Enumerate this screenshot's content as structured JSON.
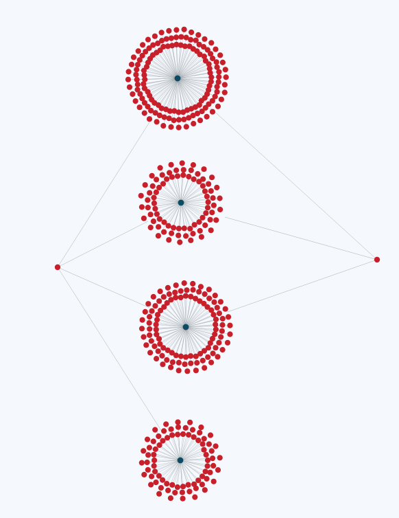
{
  "graph": {
    "type": "network",
    "colors": {
      "background": "#f5f9fd",
      "hub": "#0d4a63",
      "leaf": "#c8202a",
      "standalone": "#c8202a",
      "edge": "#9aa3a8"
    },
    "nodes": [
      {
        "id": "cluster-1-hub",
        "role": "hub"
      },
      {
        "id": "cluster-2-hub",
        "role": "hub"
      },
      {
        "id": "cluster-3-hub",
        "role": "hub"
      },
      {
        "id": "cluster-4-hub",
        "role": "hub"
      },
      {
        "id": "left-node",
        "role": "standalone"
      },
      {
        "id": "right-node",
        "role": "standalone"
      }
    ],
    "clusters": [
      {
        "id": "cluster-1",
        "hub": "cluster-1-hub",
        "leaf_count": 140
      },
      {
        "id": "cluster-2",
        "hub": "cluster-2-hub",
        "leaf_count": 80
      },
      {
        "id": "cluster-3",
        "hub": "cluster-3-hub",
        "leaf_count": 108
      },
      {
        "id": "cluster-4",
        "hub": "cluster-4-hub",
        "leaf_count": 78
      }
    ],
    "edges": [
      {
        "source": "left-node",
        "target": "cluster-1"
      },
      {
        "source": "left-node",
        "target": "cluster-2"
      },
      {
        "source": "left-node",
        "target": "cluster-3"
      },
      {
        "source": "left-node",
        "target": "cluster-4"
      },
      {
        "source": "right-node",
        "target": "cluster-1"
      },
      {
        "source": "right-node",
        "target": "cluster-2"
      },
      {
        "source": "right-node",
        "target": "cluster-3"
      }
    ]
  }
}
